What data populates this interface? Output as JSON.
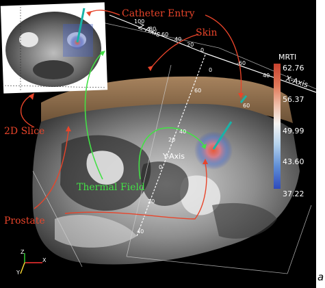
{
  "annotations": {
    "catheter_entry": "Catheter Entry",
    "skin": "Skin",
    "slice_2d": "2D Slice",
    "thermal_field": "Thermal Field",
    "prostate": "Prostate"
  },
  "axes": {
    "z_label": "Z-Axis",
    "x_label": "X-Axis",
    "y_label": "Y-Axis",
    "z_ticks": [
      "100",
      "80",
      "60",
      "40",
      "20",
      "0"
    ],
    "x_ticks": [
      "0",
      "-60",
      "40",
      "60"
    ],
    "y_ticks": [
      "60",
      "40",
      "20",
      "0",
      "20",
      "40"
    ]
  },
  "colorbar": {
    "title": "MRTI",
    "values": [
      "62.76",
      "56.37",
      "49.99",
      "43.60",
      "37.22"
    ],
    "colors": [
      "#c8412e",
      "#f6f4f2",
      "#2e4bbd"
    ]
  },
  "triad": {
    "x": "X",
    "y": "Y",
    "z": "Z"
  },
  "panel_letter": "a",
  "colors": {
    "annotation_red": "#e8442a",
    "annotation_green": "#43e046",
    "background": "#000000"
  }
}
